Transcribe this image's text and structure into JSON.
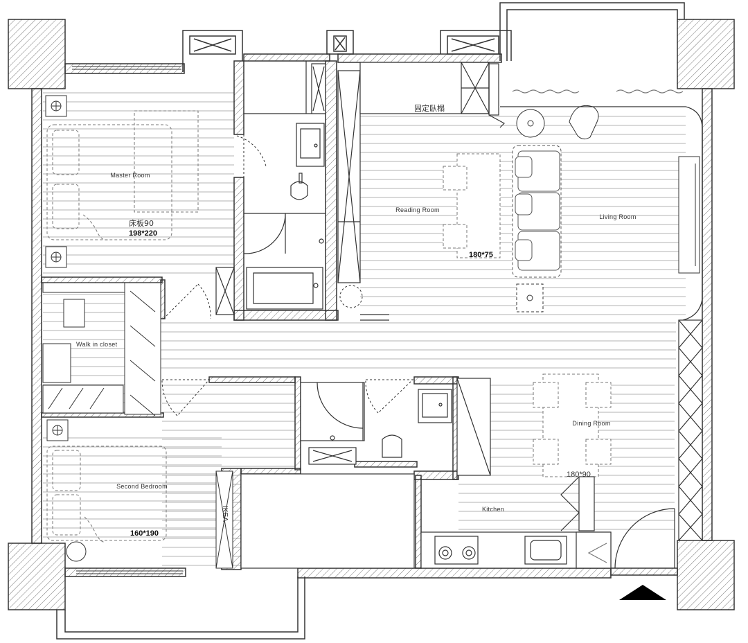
{
  "plan": {
    "rooms": {
      "master": "Master Room",
      "reading": "Reading Room",
      "living": "Living Room",
      "closet": "Walk in closet",
      "dining": "Dining Room",
      "second": "Second Bedroom",
      "kitchen": "Kitchen"
    },
    "labels": {
      "fixed_bed": "固定臥榻",
      "bed_board": "床板90",
      "master_bed_size": "198*220",
      "desk_size": "180*75",
      "dining_size": "180*90",
      "second_bed_size": "160*190",
      "ikea": "IKEA"
    }
  },
  "colors": {
    "line": "#333333",
    "wall_fill": "#ffffff",
    "hatch": "#777777",
    "north_arrow": "#000000"
  }
}
